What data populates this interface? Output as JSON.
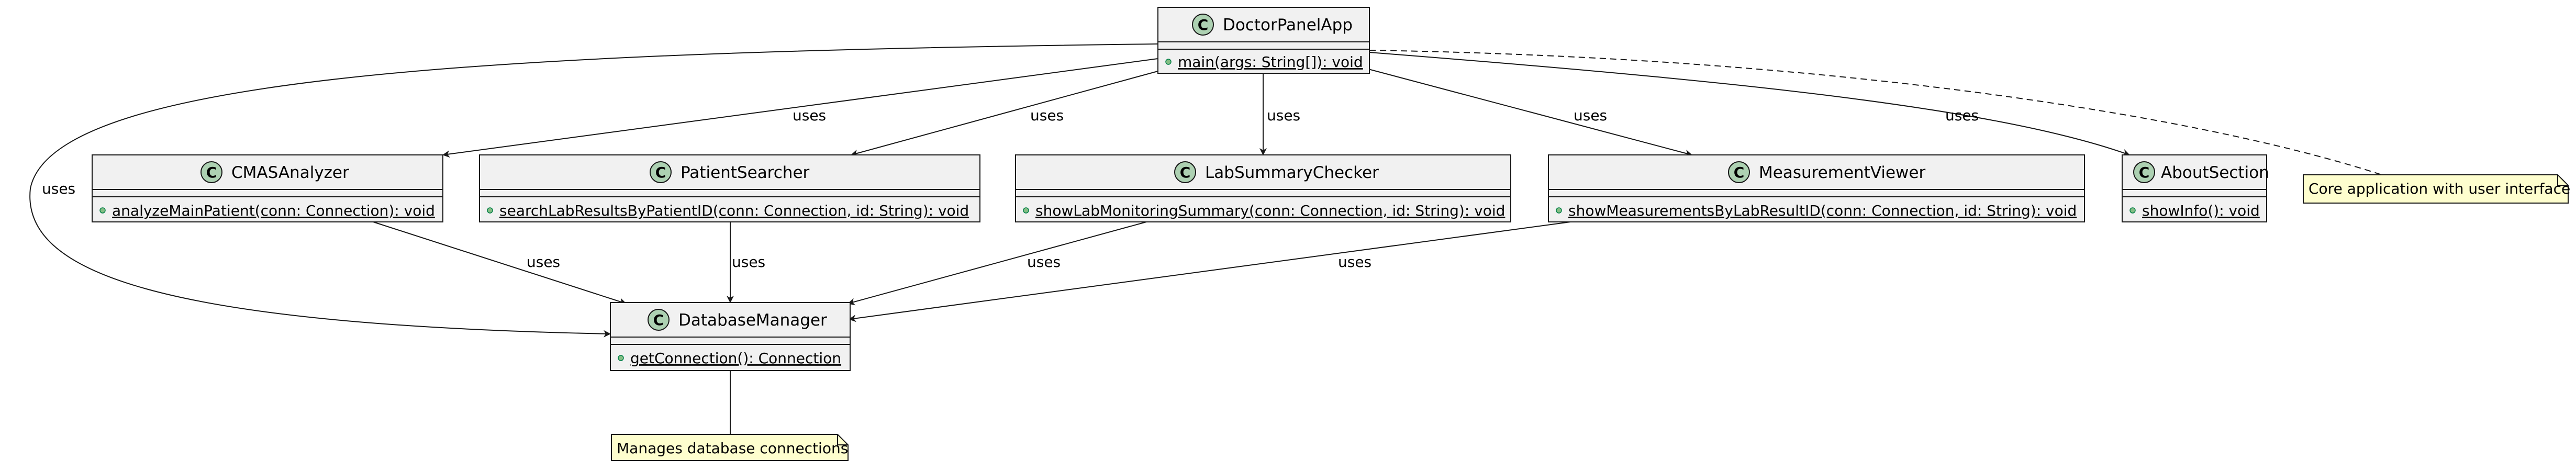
{
  "diagram": {
    "type": "uml-class-diagram",
    "classes": [
      {
        "id": "doctorpanelapp",
        "name": "DoctorPanelApp",
        "stereotype_icon": "C",
        "operations": [
          "main(args: String[]): void"
        ]
      },
      {
        "id": "cmasanalyzer",
        "name": "CMASAnalyzer",
        "stereotype_icon": "C",
        "operations": [
          "analyzeMainPatient(conn: Connection): void"
        ]
      },
      {
        "id": "patientsearcher",
        "name": "PatientSearcher",
        "stereotype_icon": "C",
        "operations": [
          "searchLabResultsByPatientID(conn: Connection, id: String): void"
        ]
      },
      {
        "id": "labsummarychecker",
        "name": "LabSummaryChecker",
        "stereotype_icon": "C",
        "operations": [
          "showLabMonitoringSummary(conn: Connection, id: String): void"
        ]
      },
      {
        "id": "measurementviewer",
        "name": "MeasurementViewer",
        "stereotype_icon": "C",
        "operations": [
          "showMeasurementsByLabResultID(conn: Connection, id: String): void"
        ]
      },
      {
        "id": "aboutsection",
        "name": "AboutSection",
        "stereotype_icon": "C",
        "operations": [
          "showInfo(): void"
        ]
      },
      {
        "id": "databasemanager",
        "name": "DatabaseManager",
        "stereotype_icon": "C",
        "operations": [
          "getConnection(): Connection"
        ]
      }
    ],
    "relations": [
      {
        "from": "doctorpanelapp",
        "to": "cmasanalyzer",
        "label": "uses"
      },
      {
        "from": "doctorpanelapp",
        "to": "patientsearcher",
        "label": "uses"
      },
      {
        "from": "doctorpanelapp",
        "to": "labsummarychecker",
        "label": "uses"
      },
      {
        "from": "doctorpanelapp",
        "to": "measurementviewer",
        "label": "uses"
      },
      {
        "from": "doctorpanelapp",
        "to": "aboutsection",
        "label": "uses"
      },
      {
        "from": "doctorpanelapp",
        "to": "databasemanager",
        "label": "uses"
      },
      {
        "from": "cmasanalyzer",
        "to": "databasemanager",
        "label": "uses"
      },
      {
        "from": "patientsearcher",
        "to": "databasemanager",
        "label": "uses"
      },
      {
        "from": "labsummarychecker",
        "to": "databasemanager",
        "label": "uses"
      },
      {
        "from": "measurementviewer",
        "to": "databasemanager",
        "label": "uses"
      }
    ],
    "notes": [
      {
        "attached_to": "doctorpanelapp",
        "text": "Core application with user interface"
      },
      {
        "attached_to": "databasemanager",
        "text": "Manages database connections"
      }
    ],
    "colors": {
      "class_fill": "#f1f1f1",
      "class_border": "#181818",
      "class_icon": "#add1b2",
      "note_fill": "#fefece",
      "visibility_dot": "#84be84",
      "line": "#181818"
    }
  }
}
